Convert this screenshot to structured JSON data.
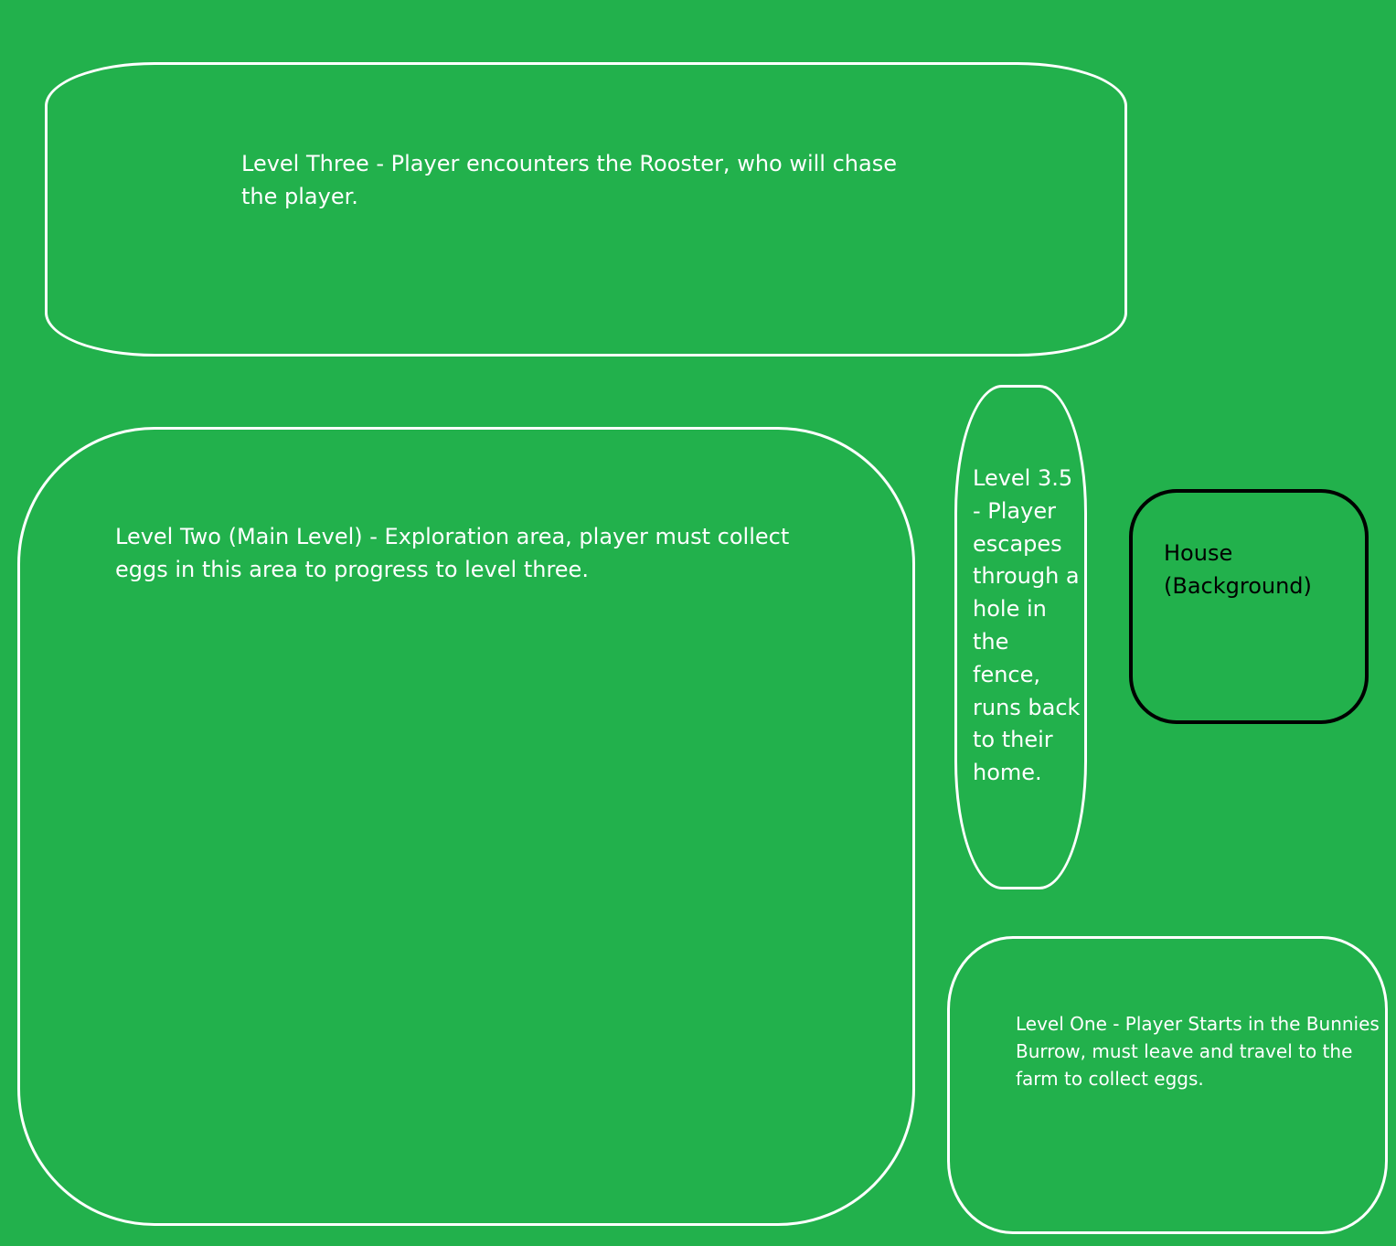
{
  "zones": {
    "level_three": "Level Three - Player encounters the Rooster, who will chase the player.",
    "level_two": "Level Two (Main Level) - Exploration area, player must collect eggs in this area to progress to level three.",
    "level_three_five": "Level 3.5 - Player escapes through a hole in the fence, runs back to their home.",
    "house": "House (Background)",
    "level_one": "Level One - Player Starts in the Bunnies Burrow, must leave and travel to the farm to collect eggs."
  },
  "colors": {
    "background": "#22b14c",
    "zone_outline": "#ffffff",
    "house_outline": "#000000",
    "text_light": "#ffffff",
    "text_dark": "#000000"
  }
}
